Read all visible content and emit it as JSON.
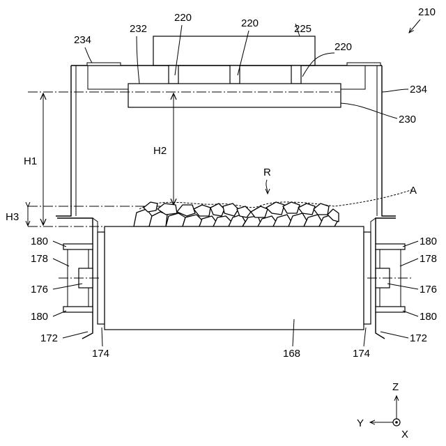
{
  "figure_label": "210",
  "labels": {
    "sensor_units": "220",
    "housing": "225",
    "mount": "232",
    "bracket_top": "234",
    "bracket_side": "234",
    "sensor_board": "230",
    "h1": "H1",
    "h2": "H2",
    "h3": "H3",
    "material": "R",
    "surface": "A",
    "roller": "168",
    "flange_outer": "180",
    "body": "178",
    "shaft": "176",
    "end_cap": "174",
    "frame": "172"
  },
  "axes": {
    "z": "Z",
    "y": "Y",
    "x": "X"
  }
}
